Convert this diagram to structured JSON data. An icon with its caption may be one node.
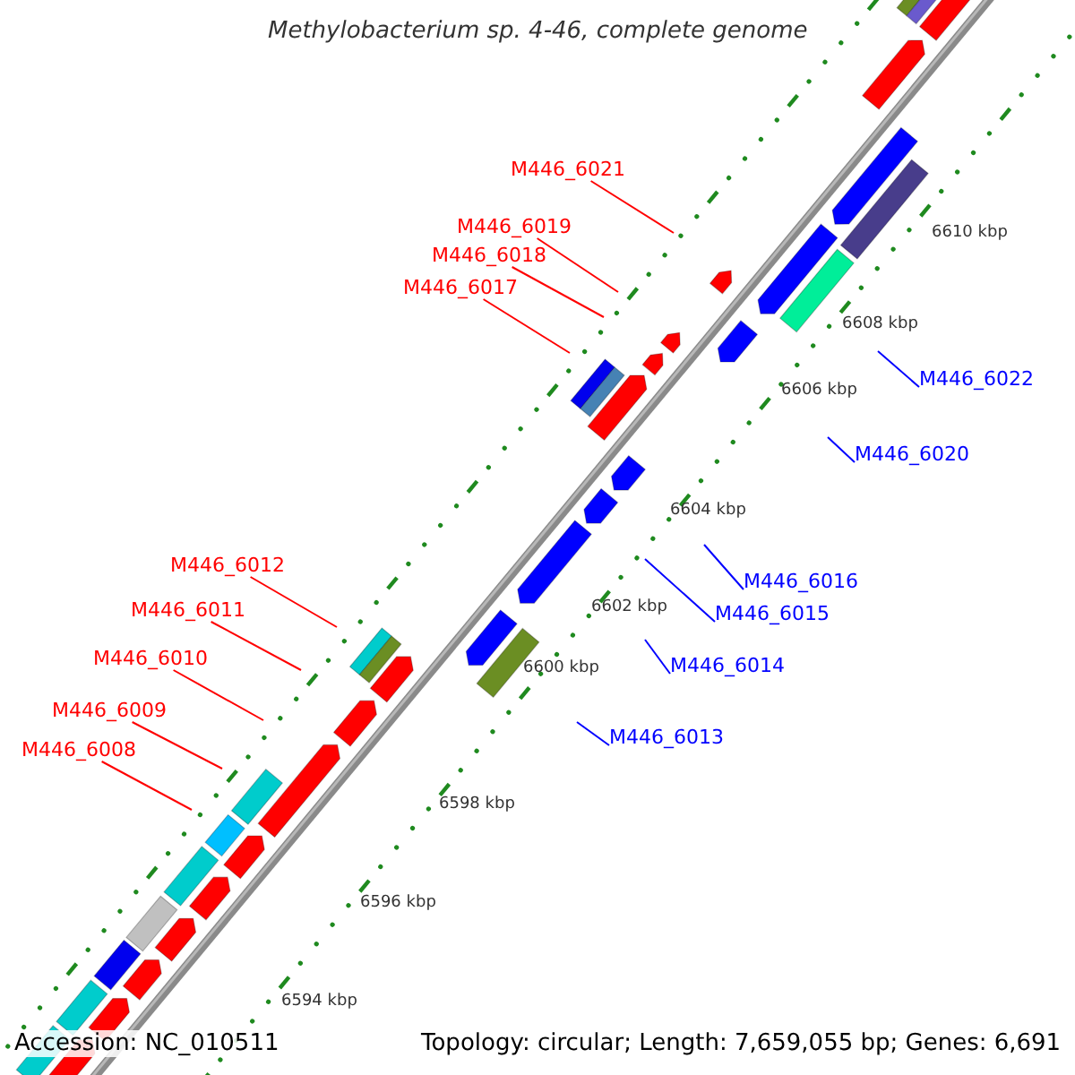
{
  "diagram": {
    "title": "Methylobacterium sp. 4-46, complete genome",
    "nodes": [
      {
        "text": [
          "M446_6021"
        ]
      },
      {
        "text": [
          "M446_6019"
        ]
      },
      {
        "text": [
          "M446_6018"
        ]
      },
      {
        "text": [
          "M446_6017"
        ]
      },
      {
        "text": [
          "M446_6022"
        ]
      },
      {
        "text": [
          "M446_6020"
        ]
      },
      {
        "text": [
          "M446_6012"
        ]
      },
      {
        "text": [
          "M446_6016"
        ]
      },
      {
        "text": [
          "M446_6011"
        ]
      },
      {
        "text": [
          "M446_6015"
        ]
      },
      {
        "text": [
          "M446_6010"
        ]
      },
      {
        "text": [
          "M446_6014"
        ]
      },
      {
        "text": [
          "M446_6009"
        ]
      },
      {
        "text": [
          "M446_6013"
        ]
      },
      {
        "text": [
          "M446_6008"
        ]
      }
    ],
    "edges": [
      {
        "from": 0,
        "to": null,
        "arrow": "none"
      },
      {
        "from": 1,
        "to": null,
        "arrow": "none"
      },
      {
        "from": 2,
        "to": null,
        "arrow": "none"
      },
      {
        "from": 3,
        "to": null,
        "arrow": "none"
      },
      {
        "from": 4,
        "to": null,
        "arrow": "none",
        "color": "#0000ff"
      },
      {
        "from": 5,
        "to": null,
        "arrow": "none",
        "color": "#0000ff"
      },
      {
        "from": 6,
        "to": null,
        "arrow": "none"
      },
      {
        "from": 7,
        "to": null,
        "arrow": "none",
        "color": "#0000ff"
      },
      {
        "from": 8,
        "to": null,
        "arrow": "none"
      },
      {
        "from": 9,
        "to": null,
        "arrow": "none",
        "color": "#0000ff"
      },
      {
        "from": 10,
        "to": null,
        "arrow": "none"
      },
      {
        "from": 11,
        "to": null,
        "arrow": "none",
        "color": "#0000ff"
      },
      {
        "from": 12,
        "to": null,
        "arrow": "none"
      },
      {
        "from": 13,
        "to": null,
        "arrow": "none",
        "color": "#0000ff"
      },
      {
        "from": 14,
        "to": null,
        "arrow": "none"
      }
    ],
    "labels": [
      "6610 kbp",
      "6608 kbp",
      "6606 kbp",
      "6604 kbp",
      "6602 kbp",
      "6600 kbp",
      "6598 kbp",
      "6596 kbp",
      "6594 kbp",
      "Accession: NC_010511",
      "Topology: circular; Length: 7,659,055 bp; Genes: 6,691"
    ]
  }
}
